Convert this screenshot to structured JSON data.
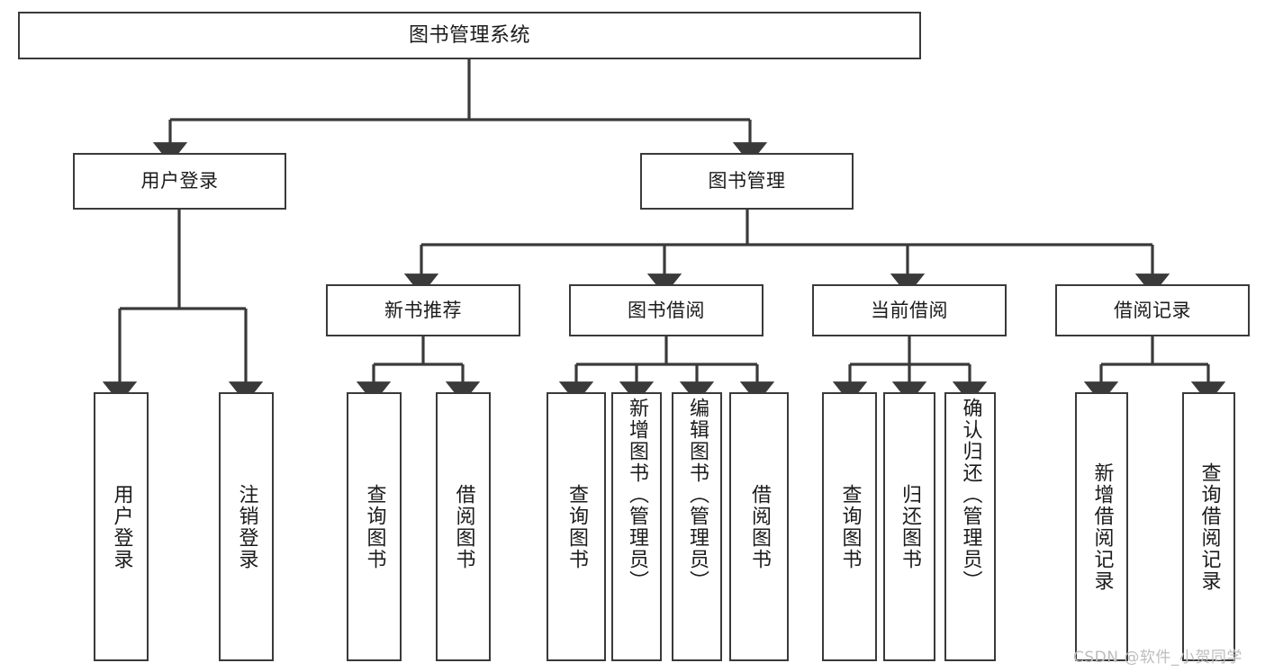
{
  "diagram": {
    "title": "图书管理系统",
    "type": "tree",
    "colors": {
      "box_border": "#3a3a3a",
      "box_fill": "#ffffff",
      "edge": "#3a3a3a",
      "text": "#1b1b1b",
      "watermark": "#bdbdbd",
      "background": "#ffffff"
    },
    "watermark": "CSDN @软件_小贺同学"
  },
  "nodes": {
    "root": {
      "label": "图书管理系统"
    },
    "level1": [
      {
        "id": "user-login",
        "label": "用户登录"
      },
      {
        "id": "book-manage",
        "label": "图书管理"
      }
    ],
    "level2": [
      {
        "id": "new-book-recommend",
        "label": "新书推荐"
      },
      {
        "id": "book-borrow",
        "label": "图书借阅"
      },
      {
        "id": "current-borrow",
        "label": "当前借阅"
      },
      {
        "id": "borrow-record",
        "label": "借阅记录"
      }
    ],
    "leaves": {
      "user-login": [
        {
          "id": "user-login-leaf",
          "label": "用户登录"
        },
        {
          "id": "user-logout-leaf",
          "label": "注销登录"
        }
      ],
      "new-book-recommend": [
        {
          "id": "query-book-1",
          "label": "查询图书"
        },
        {
          "id": "borrow-book-1",
          "label": "借阅图书"
        }
      ],
      "book-borrow": [
        {
          "id": "query-book-2",
          "label": "查询图书"
        },
        {
          "id": "add-book-admin",
          "label": "新增图书（管理员）"
        },
        {
          "id": "edit-book-admin",
          "label": "编辑图书（管理员）"
        },
        {
          "id": "borrow-book-2",
          "label": "借阅图书"
        }
      ],
      "current-borrow": [
        {
          "id": "query-book-3",
          "label": "查询图书"
        },
        {
          "id": "return-book",
          "label": "归还图书"
        },
        {
          "id": "confirm-return-admin",
          "label": "确认归还（管理员）"
        }
      ],
      "borrow-record": [
        {
          "id": "add-borrow-record",
          "label": "新增借阅记录"
        },
        {
          "id": "query-borrow-record",
          "label": "查询借阅记录"
        }
      ]
    }
  }
}
